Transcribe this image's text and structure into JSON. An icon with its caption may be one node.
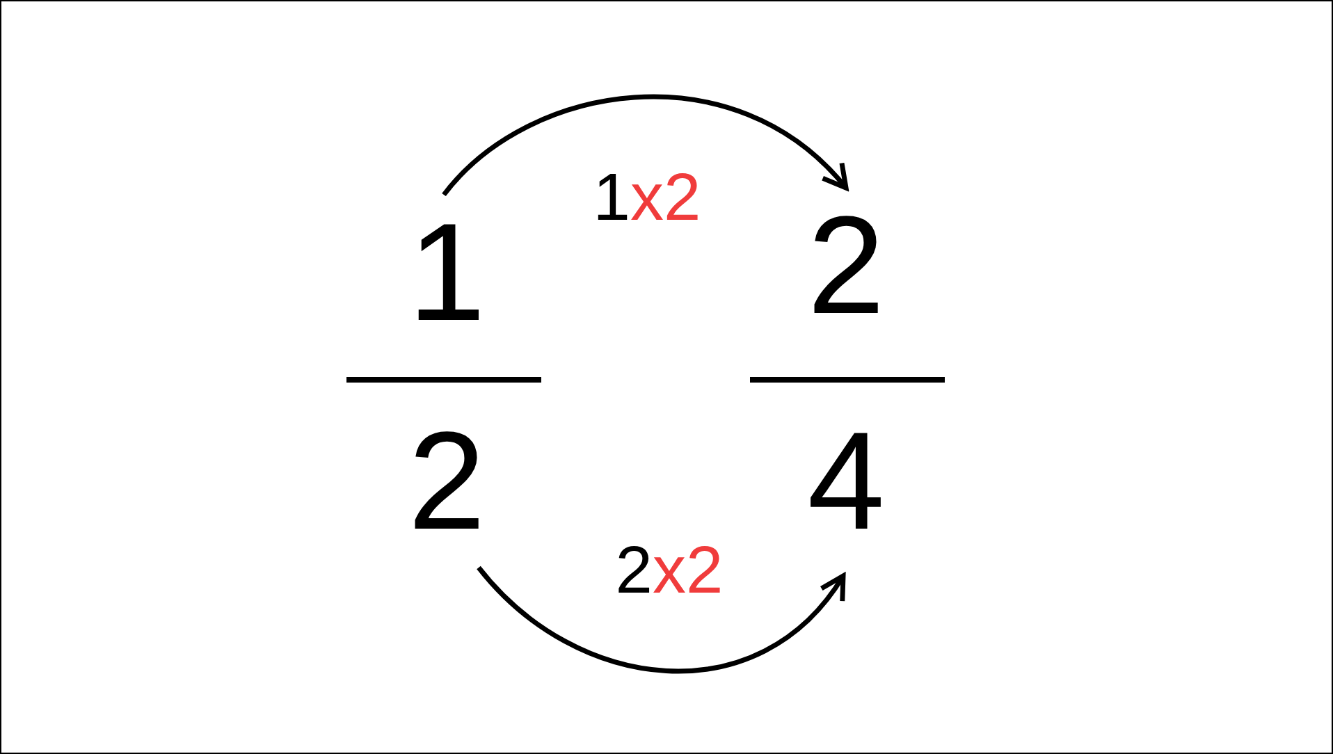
{
  "diagram": {
    "nodes": [
      {
        "text": [
          "1"
        ]
      },
      {
        "text": [
          "2"
        ]
      },
      {
        "text": [
          "2"
        ]
      },
      {
        "text": [
          "4"
        ]
      }
    ],
    "edges": [
      {
        "from": 0,
        "to": 2,
        "arrow": "to",
        "label": "1x2"
      },
      {
        "from": 1,
        "to": 3,
        "arrow": "to",
        "label": "2x2"
      }
    ]
  }
}
